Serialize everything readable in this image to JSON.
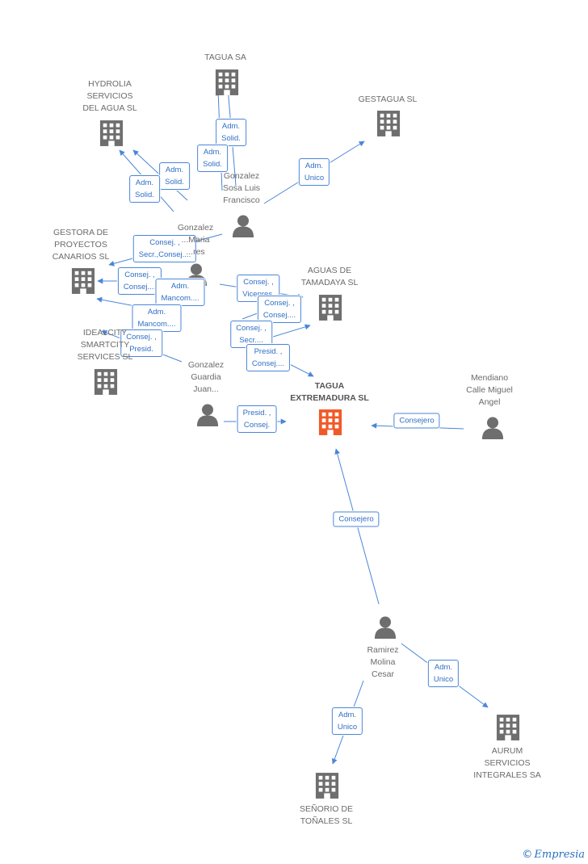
{
  "colors": {
    "edge": "#4a86d8",
    "node": "#6e6e6e",
    "focus": "#f05a28",
    "label_text": "#2f6fc4"
  },
  "nodes": [
    {
      "id": "tagua_sa",
      "type": "company",
      "label": "TAGUA SA"
    },
    {
      "id": "hydrolia",
      "type": "company",
      "label": "HYDROLIA SERVICIOS DEL AGUA SL"
    },
    {
      "id": "gestagua",
      "type": "company",
      "label": "GESTAGUA SL"
    },
    {
      "id": "gestora",
      "type": "company",
      "label": "GESTORA DE PROYECTOS CANARIOS SL"
    },
    {
      "id": "aguas_tamadaya",
      "type": "company",
      "label": "AGUAS DE TAMADAYA SL"
    },
    {
      "id": "idealcity",
      "type": "company",
      "label": "IDEALCITY SMARTCITY SERVICES SL"
    },
    {
      "id": "tagua_ext",
      "type": "company",
      "focus": true,
      "label": "TAGUA EXTREMADURA SL"
    },
    {
      "id": "aurum",
      "type": "company",
      "label": "AURUM SERVICIOS INTEGRALES SA"
    },
    {
      "id": "senorio",
      "type": "company",
      "label": "SEÑORIO DE TOÑALES SL"
    },
    {
      "id": "gonzalez_sosa",
      "type": "person",
      "label": "Gonzalez Sosa Luis Francisco"
    },
    {
      "id": "gonzalez_maria",
      "type": "person",
      "label": "Gonzalez ...Maria ...res"
    },
    {
      "id": "gonzalez_guardia",
      "type": "person",
      "label": "Gonzalez Guardia Juan..."
    },
    {
      "id": "mendiano",
      "type": "person",
      "label": "Mendiano Calle Miguel Angel"
    },
    {
      "id": "ramirez",
      "type": "person",
      "label": "Ramirez Molina Cesar"
    }
  ],
  "edges": [
    {
      "label": "Adm. Solid."
    },
    {
      "label": "Adm. Solid."
    },
    {
      "label": "Adm. Solid."
    },
    {
      "label": "Adm. Solid."
    },
    {
      "label": "Adm. Unico"
    },
    {
      "label": "Consej. , Secr.,Consej...."
    },
    {
      "label": "Consej. , Consej...."
    },
    {
      "label": "Adm. Mancom...."
    },
    {
      "label": "Adm. Mancom...."
    },
    {
      "label": "Consej. , Presid."
    },
    {
      "label": "Consej. , Vicepres."
    },
    {
      "label": "Consej. , Consej...."
    },
    {
      "label": "Consej. , Secr...."
    },
    {
      "label": "Presid. , Consej...."
    },
    {
      "label": "Presid. , Consej."
    },
    {
      "label": "Consejero"
    },
    {
      "label": "Consejero"
    },
    {
      "label": "Adm. Unico"
    },
    {
      "label": "Adm. Unico"
    }
  ],
  "brand": {
    "copyright": "©",
    "name": "Empresia"
  }
}
